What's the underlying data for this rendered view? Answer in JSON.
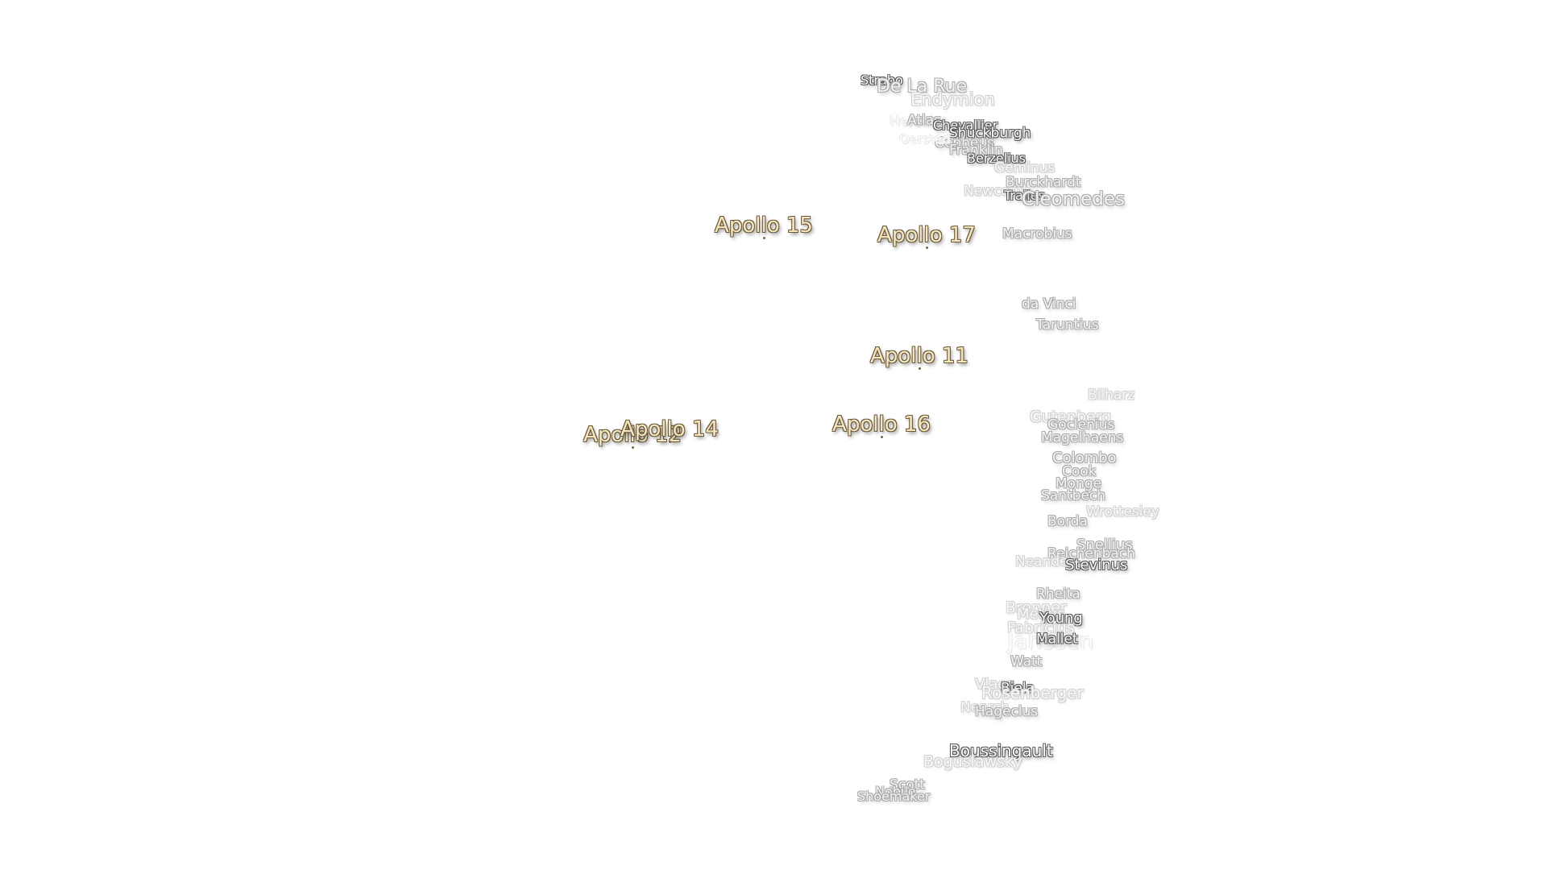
{
  "map": {
    "apollo_sites": [
      {
        "name": "Apollo 15",
        "id": "apollo-15"
      },
      {
        "name": "Apollo 17",
        "id": "apollo-17"
      },
      {
        "name": "Apollo 11",
        "id": "apollo-11"
      },
      {
        "name": "Apollo 16",
        "id": "apollo-16"
      },
      {
        "name": "Apollo 12",
        "id": "apollo-12"
      },
      {
        "name": "Apollo 14",
        "id": "apollo-14"
      }
    ],
    "craters": [
      {
        "name": "Strabo"
      },
      {
        "name": "De La Rue"
      },
      {
        "name": "Endymion"
      },
      {
        "name": "Hercules"
      },
      {
        "name": "Atlas"
      },
      {
        "name": "Chevallier"
      },
      {
        "name": "Shuckburgh"
      },
      {
        "name": "Cepheus"
      },
      {
        "name": "Oersted"
      },
      {
        "name": "Franklin"
      },
      {
        "name": "Berzelius"
      },
      {
        "name": "Geminus"
      },
      {
        "name": "Burckhardt"
      },
      {
        "name": "Newcomb"
      },
      {
        "name": "Tralles"
      },
      {
        "name": "Cleomedes"
      },
      {
        "name": "Macrobius"
      },
      {
        "name": "da Vinci"
      },
      {
        "name": "Taruntius"
      },
      {
        "name": "Bilharz"
      },
      {
        "name": "Gutenberg"
      },
      {
        "name": "Goclenius"
      },
      {
        "name": "Magelhaens"
      },
      {
        "name": "Colombo"
      },
      {
        "name": "Cook"
      },
      {
        "name": "Monge"
      },
      {
        "name": "Santbech"
      },
      {
        "name": "Wrottesley"
      },
      {
        "name": "Borda"
      },
      {
        "name": "Snellius"
      },
      {
        "name": "Reichenbach"
      },
      {
        "name": "Neander"
      },
      {
        "name": "Stevinus"
      },
      {
        "name": "Rheita"
      },
      {
        "name": "Metius"
      },
      {
        "name": "Young"
      },
      {
        "name": "Fabricius"
      },
      {
        "name": "Janssen"
      },
      {
        "name": "Mallet"
      },
      {
        "name": "Brenner"
      },
      {
        "name": "Watt"
      },
      {
        "name": "Biela"
      },
      {
        "name": "Rosenberger"
      },
      {
        "name": "Vlacq"
      },
      {
        "name": "Hageclus"
      },
      {
        "name": "Nearch"
      },
      {
        "name": "Boussingault"
      },
      {
        "name": "Boguslawsky"
      },
      {
        "name": "Scott"
      },
      {
        "name": "Nobile"
      },
      {
        "name": "Shoemaker"
      }
    ]
  }
}
